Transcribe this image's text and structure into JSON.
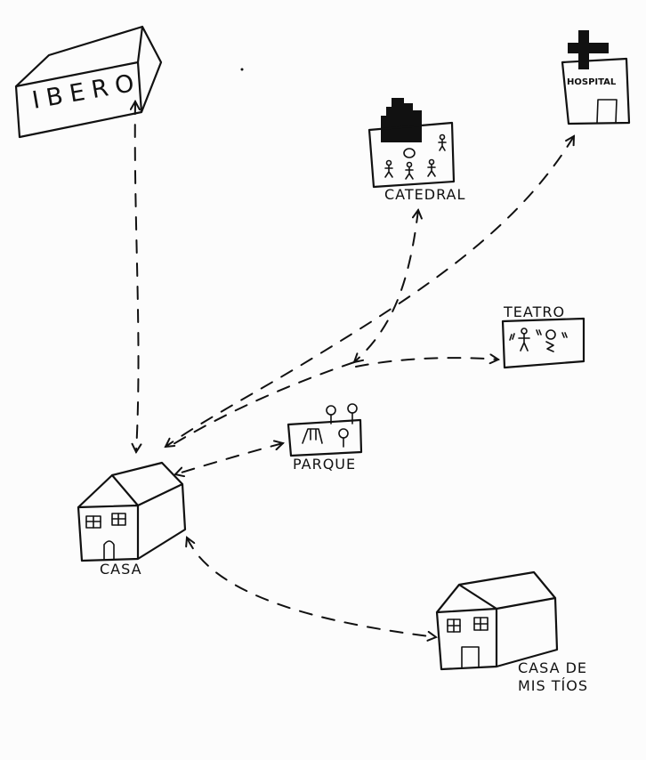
{
  "nodes": {
    "ibero": {
      "label": "IBERO"
    },
    "hospital": {
      "label": "HOSPITAL"
    },
    "catedral": {
      "label": "CATEDRAL"
    },
    "teatro": {
      "label": "TEATRO"
    },
    "parque": {
      "label": "PARQUE"
    },
    "casa": {
      "label": "CASA"
    },
    "casa_tios": {
      "label_line1": "CASA DE",
      "label_line2": "MIS TÍOS"
    }
  },
  "edges": [
    {
      "from": "CASA",
      "to": "IBERO",
      "arrows": "both"
    },
    {
      "from": "CASA",
      "to": "HOSPITAL",
      "arrows": "both"
    },
    {
      "from": "CASA",
      "to": "CATEDRAL",
      "arrows": "both"
    },
    {
      "from": "CASA",
      "to": "TEATRO",
      "arrows": "both"
    },
    {
      "from": "CASA",
      "to": "PARQUE",
      "arrows": "both"
    },
    {
      "from": "CASA",
      "to": "CASA DE MIS TÍOS",
      "arrows": "both"
    }
  ]
}
